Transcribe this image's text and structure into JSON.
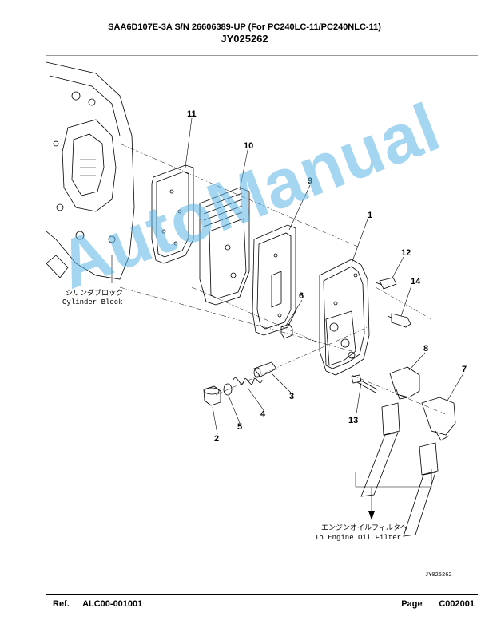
{
  "header": {
    "title": "SAA6D107E-3A S/N 26606389-UP (For PC240LC-11/PC240NLC-11)",
    "figure_code": "JY025262"
  },
  "diagram": {
    "callouts": [
      "1",
      "2",
      "3",
      "4",
      "5",
      "6",
      "7",
      "8",
      "9",
      "10",
      "11",
      "12",
      "13",
      "14"
    ],
    "cylinder_block_jp": "シリンダブロック",
    "cylinder_block_en": "Cylinder Block",
    "filter_jp": "エンジンオイルフィルタへ",
    "filter_en": "To Engine Oil Filter",
    "drawing_number": "JY025262"
  },
  "watermark": "AutoManual",
  "footer": {
    "ref_label": "Ref.",
    "ref_value": "ALC00-001001",
    "page_label": "Page",
    "page_value": "C002001"
  }
}
